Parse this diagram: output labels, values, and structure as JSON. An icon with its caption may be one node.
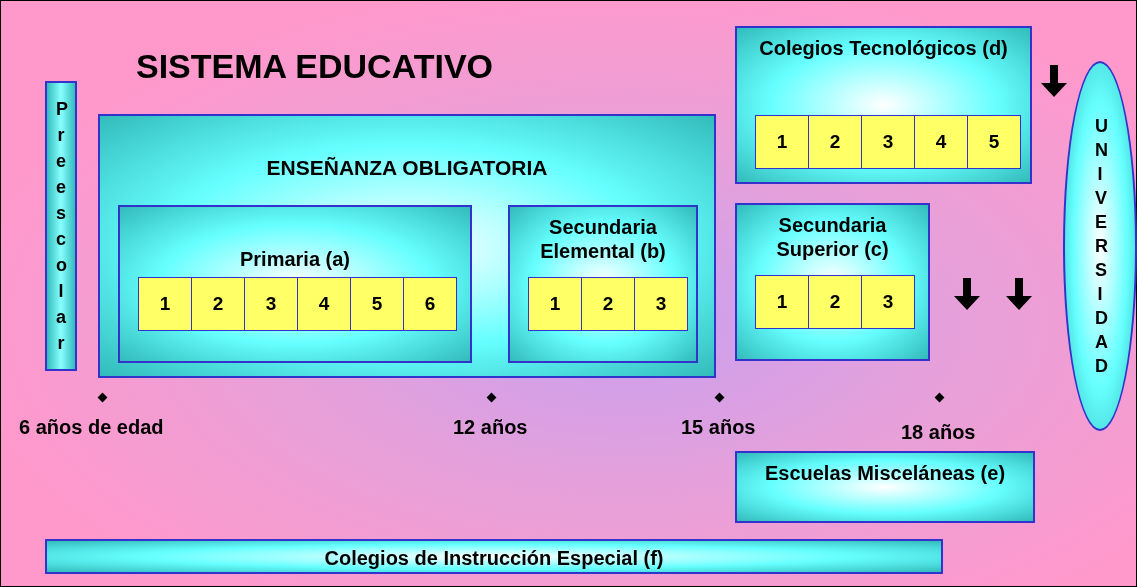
{
  "diagram": {
    "title": "SISTEMA EDUCATIVO",
    "nodes": [
      {
        "text": [
          "Preescolar"
        ]
      },
      {
        "text": [
          "ENSEÑANZA OBLIGATORIA"
        ]
      },
      {
        "text": [
          "Primaria (a)"
        ],
        "in": 1
      },
      {
        "text": [
          "1"
        ],
        "in": 2
      },
      {
        "text": [
          "2"
        ],
        "in": 2
      },
      {
        "text": [
          "3"
        ],
        "in": 2
      },
      {
        "text": [
          "4"
        ],
        "in": 2
      },
      {
        "text": [
          "5"
        ],
        "in": 2
      },
      {
        "text": [
          "6"
        ],
        "in": 2
      },
      {
        "text": [
          "Secundaria Elemental (b)"
        ],
        "in": 1
      },
      {
        "text": [
          "1"
        ],
        "in": 9
      },
      {
        "text": [
          "2"
        ],
        "in": 9
      },
      {
        "text": [
          "3"
        ],
        "in": 9
      },
      {
        "text": [
          "Colegios Tecnológicos (d)"
        ]
      },
      {
        "text": [
          "1"
        ],
        "in": 13
      },
      {
        "text": [
          "2"
        ],
        "in": 13
      },
      {
        "text": [
          "3"
        ],
        "in": 13
      },
      {
        "text": [
          "4"
        ],
        "in": 13
      },
      {
        "text": [
          "5"
        ],
        "in": 13
      },
      {
        "text": [
          "Secundaria Superior (c)"
        ]
      },
      {
        "text": [
          "1"
        ],
        "in": 19
      },
      {
        "text": [
          "2"
        ],
        "in": 19
      },
      {
        "text": [
          "3"
        ],
        "in": 19
      },
      {
        "text": [
          "UNIVERSIDAD"
        ]
      },
      {
        "text": [
          "Escuelas Misceláneas (e)"
        ]
      },
      {
        "text": [
          "Colegios de Instrucción Especial (f)"
        ]
      }
    ],
    "edges": [],
    "labels": [
      "6 años de edad",
      "12 años",
      "15 años",
      "18 años"
    ]
  }
}
